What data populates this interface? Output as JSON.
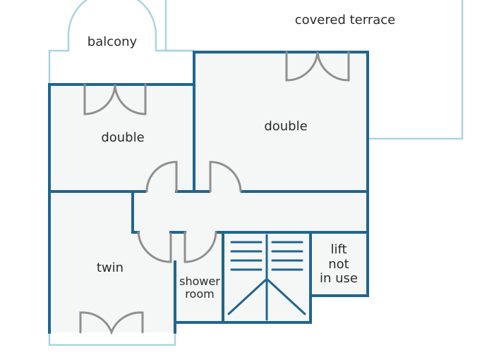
{
  "labels": {
    "covered_terrace": "covered terrace",
    "balcony": "balcony",
    "double_left": "double",
    "double_right": "double",
    "twin": "twin",
    "shower_room_1": "shower",
    "shower_room_2": "room",
    "lift_1": "lift",
    "lift_2": "not",
    "lift_3": "in use"
  },
  "colors": {
    "wall": "#1f6591",
    "outline": "#a9d3e6",
    "door": "#8f8f8f",
    "floor": "#f5f6f6"
  }
}
